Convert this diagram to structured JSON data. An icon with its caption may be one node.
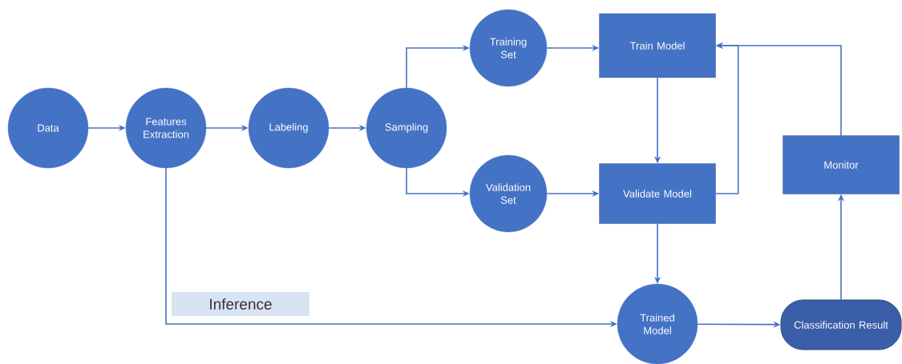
{
  "diagram": {
    "nodes": [
      {
        "text": [
          "Data"
        ]
      },
      {
        "text": [
          "Features Extraction"
        ]
      },
      {
        "text": [
          "Labeling"
        ]
      },
      {
        "text": [
          "Sampling"
        ]
      },
      {
        "text": [
          "Training Set"
        ]
      },
      {
        "text": [
          "Train Model"
        ]
      },
      {
        "text": [
          "Validation Set"
        ]
      },
      {
        "text": [
          "Validate Model"
        ]
      },
      {
        "text": [
          "Monitor"
        ]
      },
      {
        "text": [
          "Trained Model"
        ]
      },
      {
        "text": [
          "Classification Result"
        ]
      }
    ],
    "edges": [
      {
        "from": 0,
        "to": 1,
        "arrow": "to"
      },
      {
        "from": 1,
        "to": 2,
        "arrow": "to"
      },
      {
        "from": 2,
        "to": 3,
        "arrow": "to"
      },
      {
        "from": 3,
        "to": 4,
        "arrow": "to"
      },
      {
        "from": 3,
        "to": 6,
        "arrow": "to"
      },
      {
        "from": 4,
        "to": 5,
        "arrow": "to"
      },
      {
        "from": 6,
        "to": 7,
        "arrow": "to"
      },
      {
        "from": 5,
        "to": 7,
        "arrow": "to"
      },
      {
        "from": 7,
        "to": 5,
        "arrow": "to"
      },
      {
        "from": 7,
        "to": 9,
        "arrow": "to"
      },
      {
        "from": 1,
        "to": 9,
        "arrow": "to",
        "label": "Inference"
      },
      {
        "from": 9,
        "to": 10,
        "arrow": "to"
      },
      {
        "from": 10,
        "to": 8,
        "arrow": "to"
      },
      {
        "from": 8,
        "to": 5,
        "arrow": "to"
      }
    ]
  }
}
